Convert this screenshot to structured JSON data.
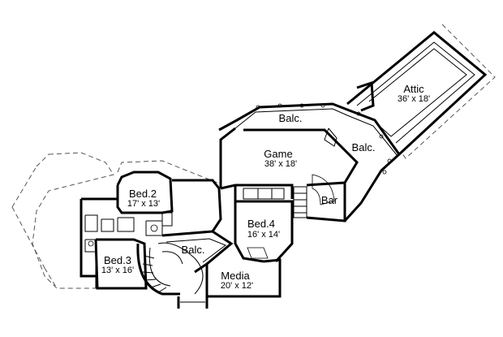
{
  "rooms": {
    "attic": {
      "name": "Attic",
      "dim": "36' x 18'"
    },
    "balc_top": {
      "name": "Balc."
    },
    "balc_right": {
      "name": "Balc."
    },
    "game": {
      "name": "Game",
      "dim": "38' x 18'"
    },
    "bar": {
      "name": "Bar"
    },
    "bed2": {
      "name": "Bed.2",
      "dim": "17' x 13'"
    },
    "bed4": {
      "name": "Bed.4",
      "dim": "16' x 14'"
    },
    "balc_mid": {
      "name": "Balc."
    },
    "bed3": {
      "name": "Bed.3",
      "dim": "13' x 16'"
    },
    "media": {
      "name": "Media",
      "dim": "20' x 12'"
    }
  }
}
